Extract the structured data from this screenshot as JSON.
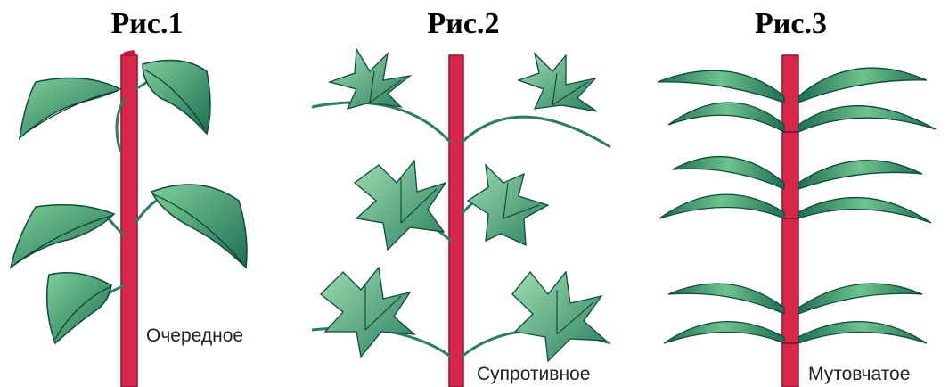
{
  "figures": [
    {
      "title": "Рис.1",
      "caption": "Очередное"
    },
    {
      "title": "Рис.2",
      "caption": "Супротивное"
    },
    {
      "title": "Рис.3",
      "caption": "Мутовчатое"
    }
  ],
  "colors": {
    "stem": "#d8274b",
    "stem_dark": "#8e1430",
    "leaf": "#2f8a6a",
    "leaf_light": "#8fd3a6",
    "leaf_dark": "#0f4a3a",
    "vein": "#0c3a2b"
  }
}
